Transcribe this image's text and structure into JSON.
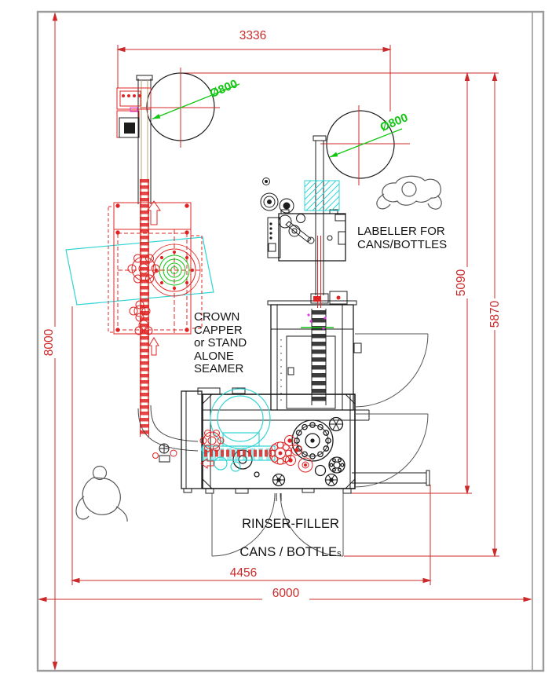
{
  "drawing": {
    "title_note": "bottling line layout plan",
    "colors": {
      "dimension_red": "#cc2a2a",
      "machine_red": "#e02424",
      "machine_cyan": "#2fd4d4",
      "machine_green": "#12c512",
      "outline_black": "#1c1c1c",
      "boundary_gray": "#9b9b9b",
      "conveyor_tan": "#b5a078",
      "magenta": "#e03ae0",
      "figure_gray": "#5a5a5a"
    },
    "dimensions": {
      "top_width": "3336",
      "left_height": "8000",
      "right_inner_height": "5090",
      "right_outer_height": "5870",
      "bottom_inner_width": "4456",
      "bottom_outer_width": "6000"
    },
    "diameter_labels": {
      "buffer_table_1": "Ø800",
      "buffer_table_2": "Ø800"
    },
    "machine_labels": {
      "labeller": "LABELLER FOR\nCANS/BOTTLES",
      "crown_capper": "CROWN\nCAPPER\nor STAND\nALONE\nSEAMER",
      "rinser_filler_line1": "RINSER-FILLER",
      "rinser_filler_line2": "CANS / BOTTLE",
      "rinser_filler_line2_suffix": "s"
    }
  }
}
